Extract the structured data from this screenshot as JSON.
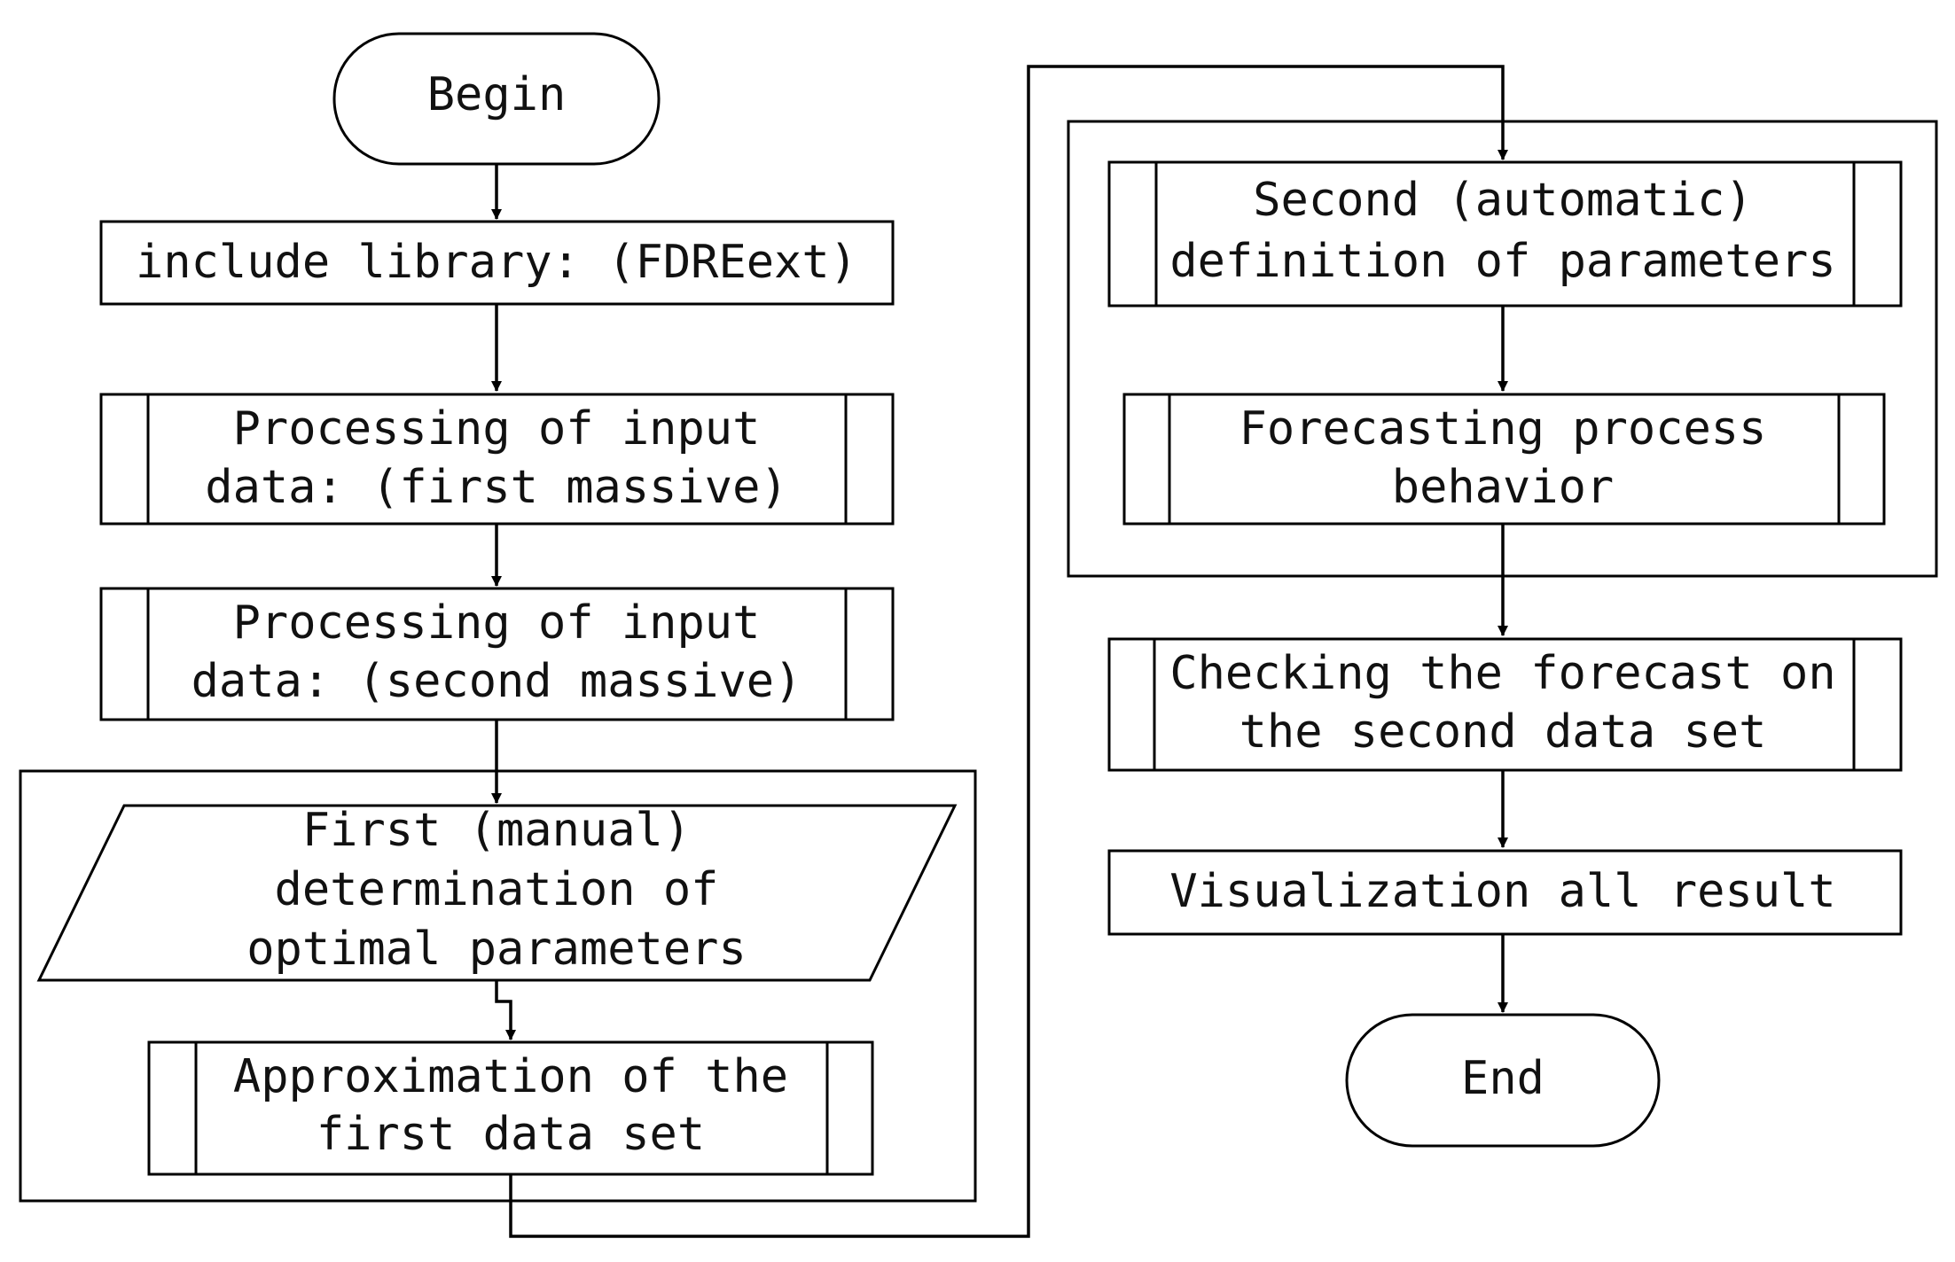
{
  "flowchart": {
    "begin": "Begin",
    "include_library": "include library: (FDREext)",
    "process_first": [
      "Processing of input",
      "data: (first massive)"
    ],
    "process_second": [
      "Processing of input",
      "data: (second massive)"
    ],
    "manual_params": [
      "First (manual)",
      "determination of",
      "optimal parameters"
    ],
    "approximation": [
      "Approximation of the",
      "first data set"
    ],
    "auto_params": [
      "Second (automatic)",
      "definition of parameters"
    ],
    "forecasting": [
      "Forecasting process",
      "behavior"
    ],
    "checking": [
      "Checking the forecast on",
      "the second data set"
    ],
    "visualization": "Visualization all result",
    "end": "End"
  }
}
